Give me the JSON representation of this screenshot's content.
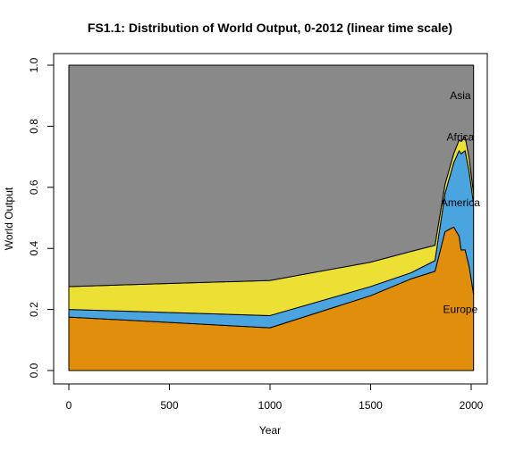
{
  "chart_data": {
    "type": "area",
    "stacked": true,
    "title": "FS1.1: Distribution of World Output, 0-2012 (linear time scale)",
    "xlabel": "Year",
    "ylabel": "World Output",
    "xlim": [
      0,
      2012
    ],
    "ylim": [
      0,
      1
    ],
    "x_ticks": [
      0,
      500,
      1000,
      1500,
      2000
    ],
    "y_ticks": [
      0.0,
      0.2,
      0.4,
      0.6,
      0.8,
      1.0
    ],
    "y_tick_labels": [
      "0.0",
      "0.2",
      "0.4",
      "0.6",
      "0.8",
      "1.0"
    ],
    "grid": false,
    "legend": "none",
    "x": [
      0,
      1000,
      1500,
      1700,
      1820,
      1870,
      1913,
      1940,
      1950,
      1970,
      1990,
      2012
    ],
    "series": [
      {
        "name": "Europe",
        "color": "#E08E0B",
        "values": [
          0.175,
          0.14,
          0.245,
          0.3,
          0.325,
          0.455,
          0.47,
          0.44,
          0.395,
          0.395,
          0.34,
          0.25
        ]
      },
      {
        "name": "America",
        "color": "#4AA4E0",
        "values": [
          0.025,
          0.04,
          0.03,
          0.02,
          0.035,
          0.125,
          0.21,
          0.28,
          0.315,
          0.325,
          0.31,
          0.295
        ]
      },
      {
        "name": "Africa",
        "color": "#EDE034",
        "values": [
          0.075,
          0.115,
          0.08,
          0.07,
          0.05,
          0.03,
          0.03,
          0.035,
          0.04,
          0.045,
          0.045,
          0.035
        ]
      },
      {
        "name": "Asia",
        "color": "#898989",
        "values": [
          0.725,
          0.705,
          0.645,
          0.61,
          0.59,
          0.39,
          0.29,
          0.245,
          0.25,
          0.235,
          0.305,
          0.42
        ]
      }
    ],
    "region_labels": [
      {
        "text": "Asia",
        "x": 1955,
        "y": 0.9
      },
      {
        "text": "Africa",
        "x": 1955,
        "y": 0.765
      },
      {
        "text": "America",
        "x": 1955,
        "y": 0.55
      },
      {
        "text": "Europe",
        "x": 1955,
        "y": 0.2
      }
    ]
  }
}
